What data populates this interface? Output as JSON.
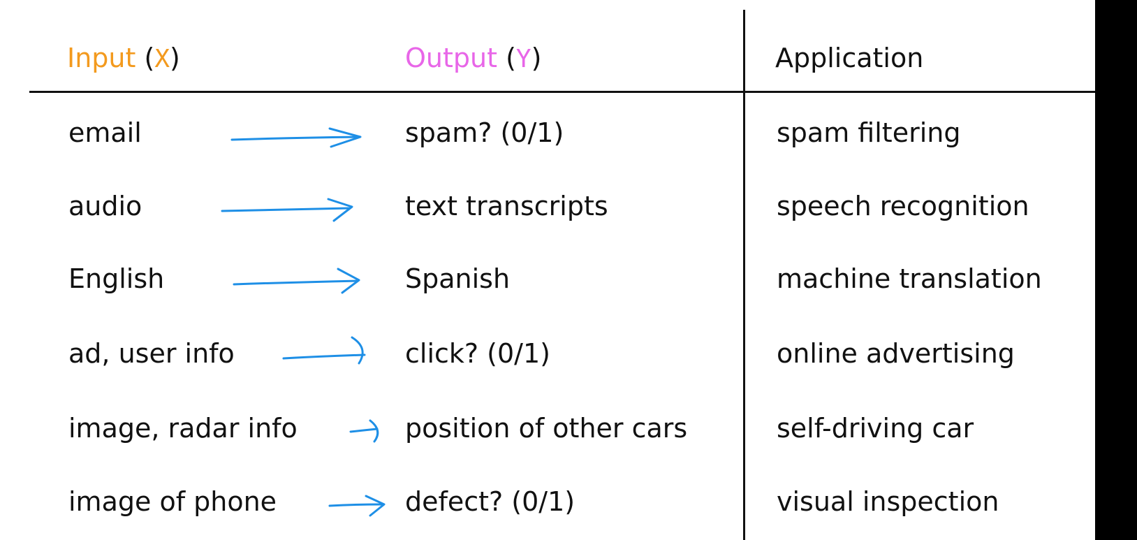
{
  "header": {
    "input_label": "Input",
    "input_var": "X",
    "output_label": "Output",
    "output_var": "Y",
    "application_label": "Application"
  },
  "colors": {
    "input_accent": "#f39a1e",
    "output_accent": "#e866e8",
    "arrow": "#1e8fe6",
    "ink": "#111111",
    "background": "#ffffff",
    "frame": "#000000"
  },
  "rows": [
    {
      "input": "email",
      "output": "spam? (0/1)",
      "application": "spam filtering"
    },
    {
      "input": "audio",
      "output": "text transcripts",
      "application": "speech recognition"
    },
    {
      "input": "English",
      "output": "Spanish",
      "application": "machine translation"
    },
    {
      "input": "ad, user info",
      "output": "click? (0/1)",
      "application": "online advertising"
    },
    {
      "input": "image, radar info",
      "output": "position of other cars",
      "application": "self-driving car"
    },
    {
      "input": "image of phone",
      "output": "defect? (0/1)",
      "application": "visual inspection"
    }
  ]
}
